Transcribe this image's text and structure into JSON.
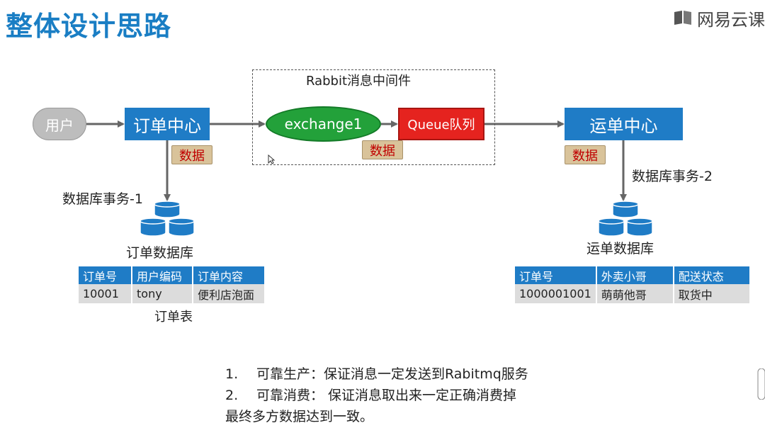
{
  "title": "整体设计思路",
  "brand": {
    "name": "网易云课",
    "icon": "book-icon"
  },
  "middleware": {
    "title": "Rabbit消息中间件",
    "exchange": "exchange1",
    "queue": "Queue队列"
  },
  "nodes": {
    "user": "用户",
    "order_center": "订单中心",
    "waybill_center": "运单中心"
  },
  "tags": {
    "data": "数据"
  },
  "transactions": {
    "tx1": "数据库事务-1",
    "tx2": "数据库事务-2"
  },
  "databases": {
    "order_db": "订单数据库",
    "waybill_db": "运单数据库",
    "db_icon": "database-icon"
  },
  "order_table": {
    "columns": [
      "订单号",
      "用户编码",
      "订单内容"
    ],
    "rows": [
      [
        "10001",
        "tony",
        "便利店泡面"
      ]
    ],
    "caption": "订单表"
  },
  "waybill_table": {
    "columns": [
      "订单号",
      "外卖小哥",
      "配送状态"
    ],
    "rows": [
      [
        "1000001001",
        "萌萌他哥",
        "取货中"
      ]
    ]
  },
  "notes": {
    "line1_num": "1.",
    "line1_text": "可靠生产：保证消息一定发送到Rabitmq服务",
    "line2_num": "2.",
    "line2_text": "可靠消费：  保证消息取出来一定正确消费掉",
    "line3_text": "最终多方数据达到一致。"
  },
  "colors": {
    "title": "#1a7ec4",
    "box_blue": "#1f7cc6",
    "exchange_green": "#23a13a",
    "queue_red": "#e5231f",
    "tag_bg": "#d9c39a",
    "tag_text": "#c00000"
  }
}
